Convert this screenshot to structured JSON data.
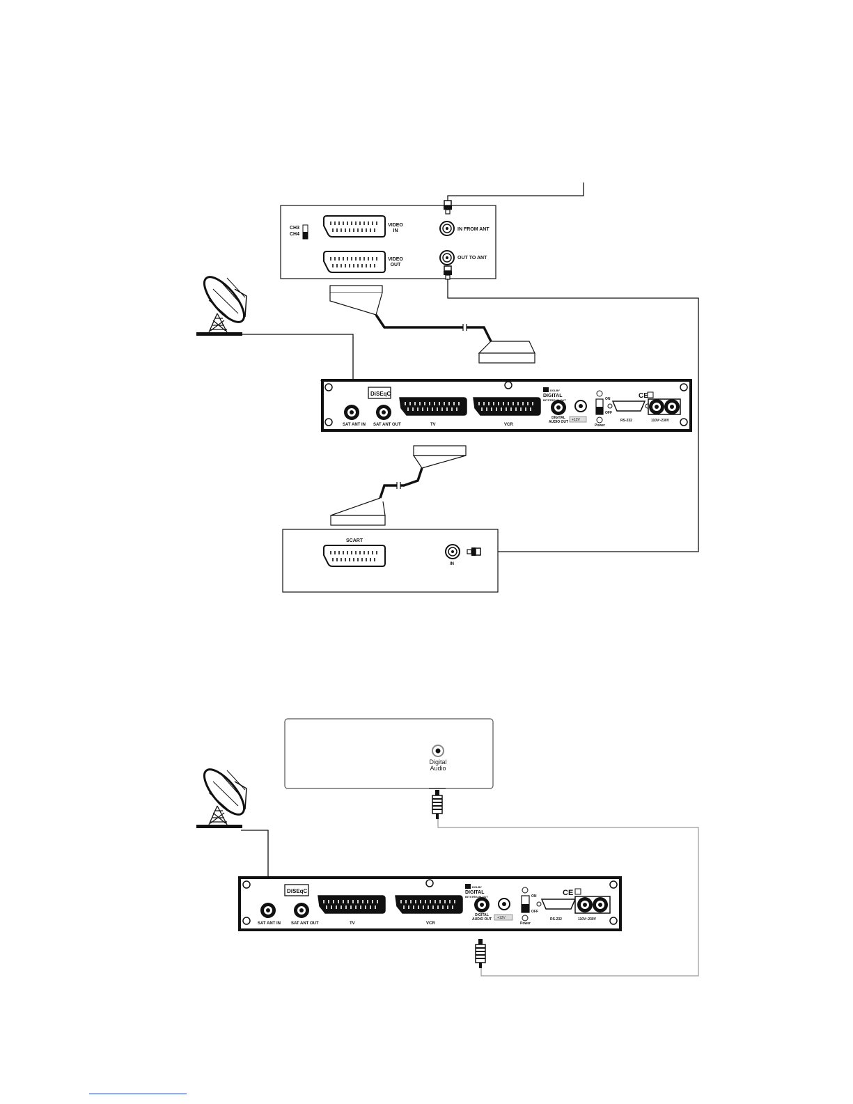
{
  "vcr": {
    "ch3": "CH3",
    "ch4": "CH4",
    "video_in": [
      "VIDEO",
      "IN"
    ],
    "video_out": [
      "VIDEO",
      "OUT"
    ],
    "in_from_ant": "IN FROM ANT",
    "out_to_ant": "OUT TO ANT"
  },
  "receiver_top": {
    "sat_ant_in": "SAT ANT IN",
    "sat_ant_out": "SAT ANT OUT",
    "tv": "TV",
    "vcr": "VCR",
    "dolby": "DOLBY",
    "digital": "DIGITAL",
    "bitstream": "BITSTREAM OUT",
    "digital_audio_out": [
      "DIGITAL",
      "AUDIO OUT"
    ],
    "on": "ON",
    "off": "OFF",
    "power": "Power",
    "rs232": "RS-232",
    "voltage": "110V~230V",
    "ce": "CE",
    "out_12v": "+12V"
  },
  "tv": {
    "scart": "SCART",
    "in": "IN"
  },
  "amplifier": {
    "digital_audio": [
      "Digital",
      "Audio"
    ]
  },
  "receiver_bottom": {
    "sat_ant_in": "SAT ANT IN",
    "sat_ant_out": "SAT ANT OUT",
    "tv": "TV",
    "vcr": "VCR",
    "dolby": "DOLBY",
    "digital": "DIGITAL",
    "bitstream": "BITSTREAM OUT",
    "digital_audio_out": [
      "DIGITAL",
      "AUDIO OUT"
    ],
    "on": "ON",
    "off": "OFF",
    "power": "Power",
    "rs232": "RS-232",
    "voltage": "110V~230V",
    "ce": "CE",
    "out_12v": "+12V"
  }
}
